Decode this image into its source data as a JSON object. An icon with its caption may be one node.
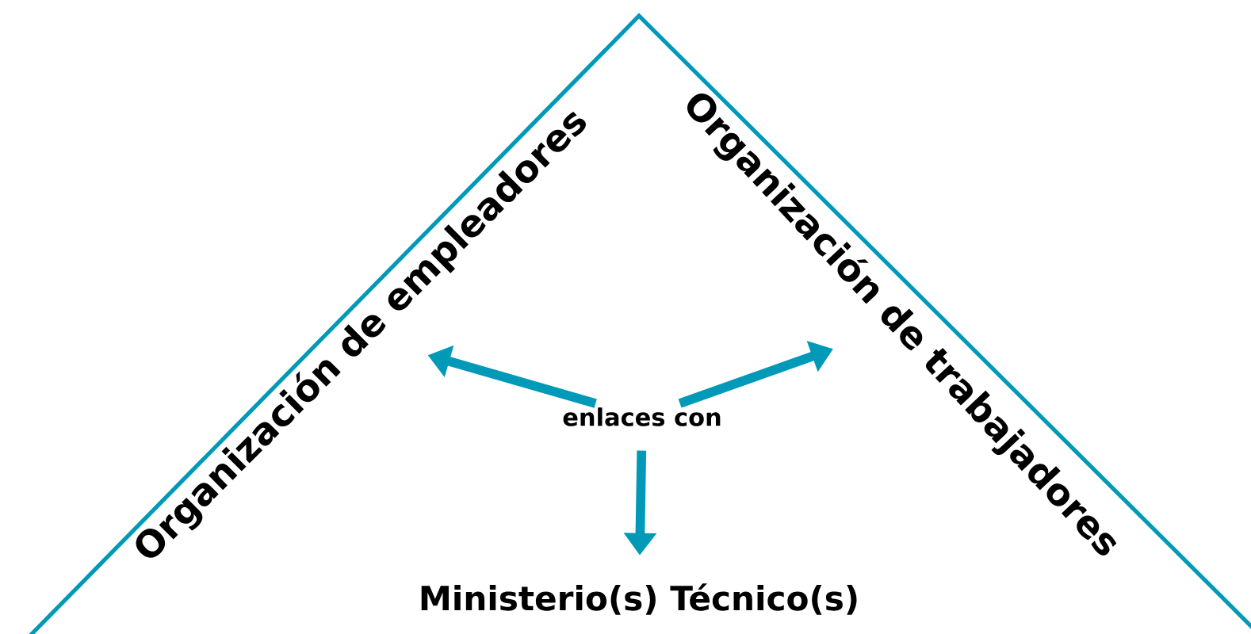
{
  "diagram": {
    "nodes": [
      {
        "text": [
          "enlaces con"
        ]
      },
      {
        "text": [
          "Organización de empleadores"
        ]
      },
      {
        "text": [
          "Organización de trabajadores"
        ]
      },
      {
        "text": [
          "Ministerio(s) Técnico(s)"
        ]
      }
    ],
    "edges": [
      {
        "from": 0,
        "to": 1,
        "arrow": "to"
      },
      {
        "from": 0,
        "to": 2,
        "arrow": "to"
      },
      {
        "from": 0,
        "to": 3,
        "arrow": "to"
      }
    ]
  }
}
